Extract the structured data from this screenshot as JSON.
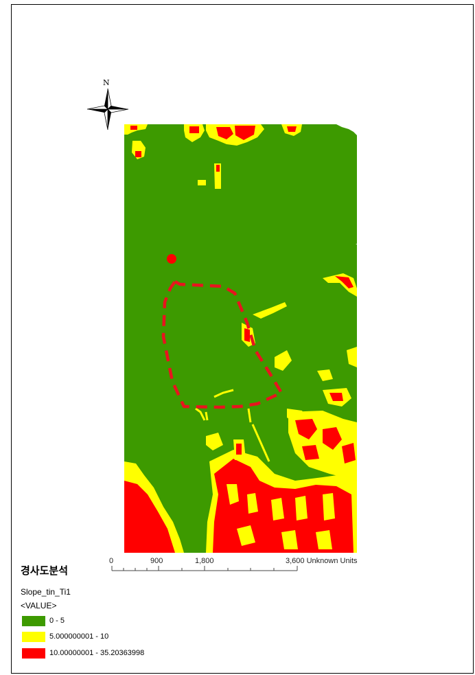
{
  "north_arrow": {
    "label": "N",
    "icon": "north-arrow-icon"
  },
  "scale_bar": {
    "labels": [
      "0",
      "900",
      "1,800",
      "3,600 Unknown Units"
    ],
    "values": [
      0,
      900,
      1800,
      3600
    ]
  },
  "legend": {
    "title": "경사도분석",
    "layer": "Slope_tin_Ti1",
    "field": "<VALUE>",
    "items": [
      {
        "label": "0 - 5",
        "color": "#3d9a00"
      },
      {
        "label": "5.000000001 - 10",
        "color": "#ffff00"
      },
      {
        "label": "10.00000001 - 35.20363998",
        "color": "#ff0000"
      }
    ]
  },
  "map": {
    "boundary_style": "dashed",
    "boundary_color": "#e8141e",
    "classes": {
      "low": "#3d9a00",
      "mid": "#ffff00",
      "high": "#ff0000"
    }
  }
}
